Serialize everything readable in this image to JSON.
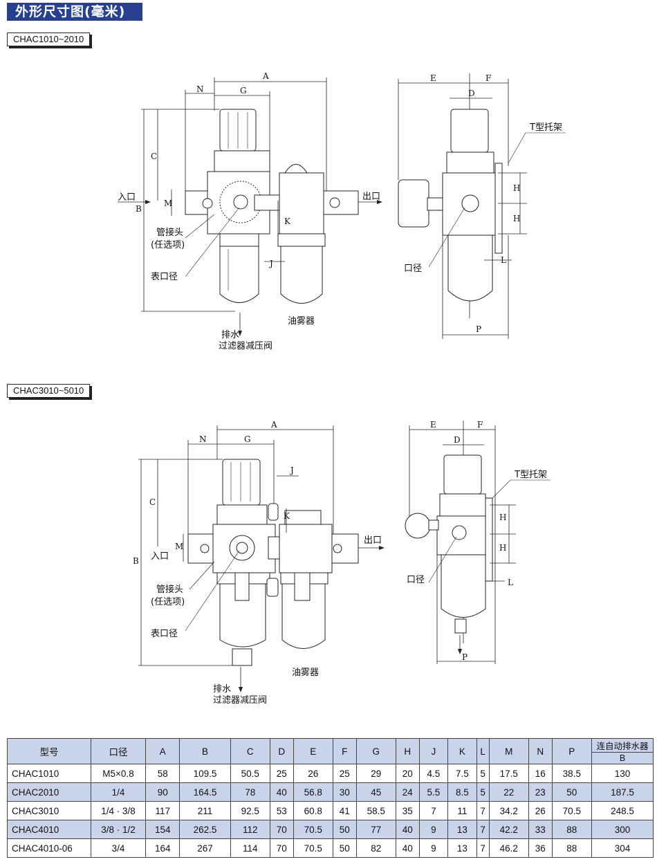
{
  "header": {
    "title": "外形尺寸图(毫米)"
  },
  "drawings": [
    {
      "model_tag": "CHAC1010~2010",
      "labels": {
        "inlet": "入口",
        "outlet": "出口",
        "pipe_joint": "管接头",
        "optional": "(任选项)",
        "gauge_port": "表口径",
        "drain": "排水",
        "filter_regulator": "过滤器减压阀",
        "lubricator": "油雾器",
        "port_size": "口径",
        "bracket": "T型托架"
      },
      "dims": {
        "A": "A",
        "N": "N",
        "G": "G",
        "C": "C",
        "B": "B",
        "M": "M",
        "K": "K",
        "J": "J",
        "E": "E",
        "F": "F",
        "D": "D",
        "H": "H",
        "L": "L",
        "P": "P"
      }
    },
    {
      "model_tag": "CHAC3010~5010",
      "labels": {
        "inlet": "入口",
        "outlet": "出口",
        "pipe_joint": "管接头",
        "optional": "(任选项)",
        "gauge_port": "表口径",
        "drain": "排水",
        "filter_regulator": "过滤器减压阀",
        "lubricator": "油雾器",
        "port_size": "口径",
        "bracket": "T型托架"
      },
      "dims": {
        "A": "A",
        "N": "N",
        "G": "G",
        "C": "C",
        "B": "B",
        "M": "M",
        "K": "K",
        "J": "J",
        "E": "E",
        "F": "F",
        "D": "D",
        "H": "H",
        "L": "L",
        "P": "P"
      }
    }
  ],
  "table": {
    "headers": [
      "型号",
      "口径",
      "A",
      "B",
      "C",
      "D",
      "E",
      "F",
      "G",
      "H",
      "J",
      "K",
      "L",
      "M",
      "N",
      "P"
    ],
    "auto_drain_header": "连自动排水器",
    "auto_drain_sub": "B",
    "rows": [
      [
        "CHAC1010",
        "M5×0.8",
        "58",
        "109.5",
        "50.5",
        "25",
        "26",
        "25",
        "29",
        "20",
        "4.5",
        "7.5",
        "5",
        "17.5",
        "16",
        "38.5",
        "130"
      ],
      [
        "CHAC2010",
        "1/4",
        "90",
        "164.5",
        "78",
        "40",
        "56.8",
        "30",
        "45",
        "24",
        "5.5",
        "8.5",
        "5",
        "22",
        "23",
        "50",
        "187.5"
      ],
      [
        "CHAC3010",
        "1/4 · 3/8",
        "117",
        "211",
        "92.5",
        "53",
        "60.8",
        "41",
        "58.5",
        "35",
        "7",
        "11",
        "7",
        "34.2",
        "26",
        "70.5",
        "248.5"
      ],
      [
        "CHAC4010",
        "3/8 · 1/2",
        "154",
        "262.5",
        "112",
        "70",
        "70.5",
        "50",
        "77",
        "40",
        "9",
        "13",
        "7",
        "42.2",
        "33",
        "88",
        "300"
      ],
      [
        "CHAC4010-06",
        "3/4",
        "164",
        "267",
        "114",
        "70",
        "70.5",
        "50",
        "82",
        "40",
        "9",
        "13",
        "7",
        "46.2",
        "36",
        "88",
        "304"
      ]
    ]
  }
}
